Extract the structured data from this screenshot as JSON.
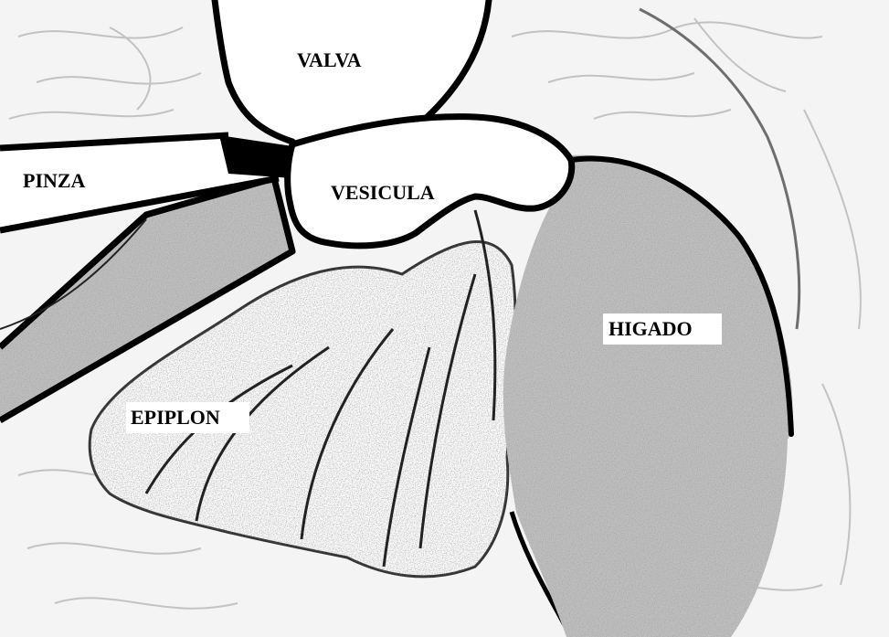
{
  "labels": {
    "valva": "VALVA",
    "pinza": "PINZA",
    "vesicula": "VESICULA",
    "higado": "HIGADO",
    "epiplon": "EPIPLON"
  },
  "colors": {
    "background": "#f4f4f4",
    "outline": "#000000",
    "organ_gray": "#c0c0c0",
    "instrument_white": "#ffffff",
    "texture": "#8a8a8a"
  }
}
